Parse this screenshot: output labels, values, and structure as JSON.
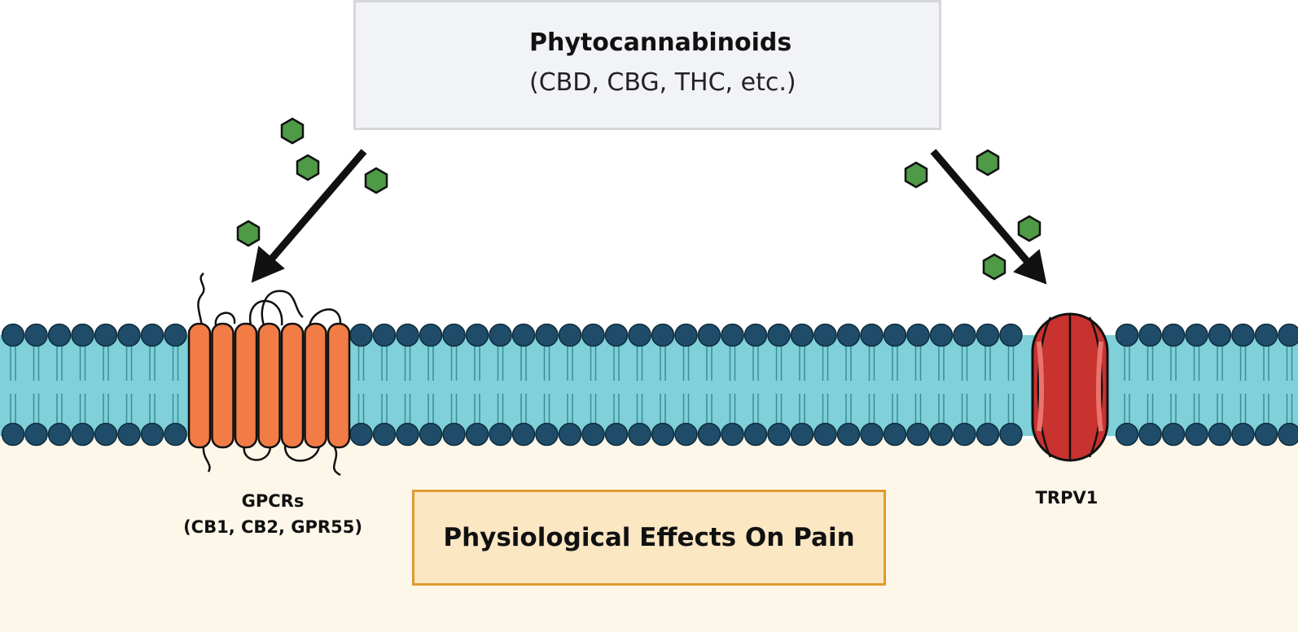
{
  "legend": {
    "title": "Phytocannabinoids",
    "subtitle": "(CBD, CBG, THC, etc.)",
    "icon": "hexagon-molecule-icon"
  },
  "receptors": {
    "gpcr_name": "GPCRs",
    "gpcr_members": "(CB1, CB2, GPR55)",
    "trpv1_name": "TRPV1"
  },
  "effects": {
    "label": "Physiological Effects On Pain"
  },
  "colors": {
    "molecule": "#4e9a46",
    "membrane_head": "#1f4d69",
    "membrane_core": "#7fd0d8",
    "gpcr": "#f27c45",
    "trpv1": "#c8322f",
    "cytoplasm": "#fdf7ea",
    "effects_border": "#e09a2e",
    "effects_fill": "#fbe7c2"
  }
}
